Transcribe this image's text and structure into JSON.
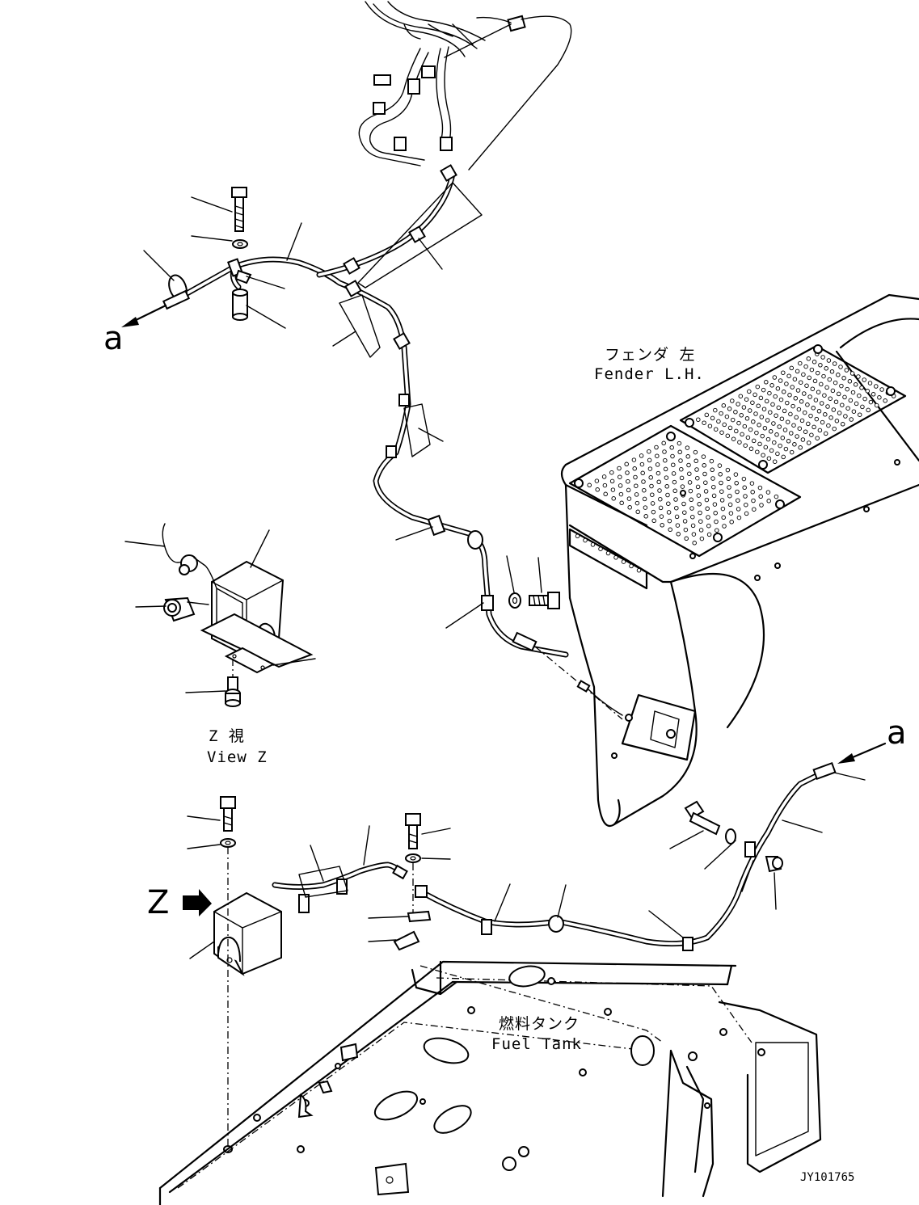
{
  "labels": {
    "fender_jp": "フェンダ 左",
    "fender_en": "Fender L.H.",
    "viewz_jp": "Z 視",
    "viewz_en": "View Z",
    "fuel_jp": "燃料タンク",
    "fuel_en": "Fuel Tank",
    "arrow_a_top": "a",
    "arrow_a_bottom": "a",
    "z_marker": "Z",
    "drawing_code": "JY101765"
  }
}
